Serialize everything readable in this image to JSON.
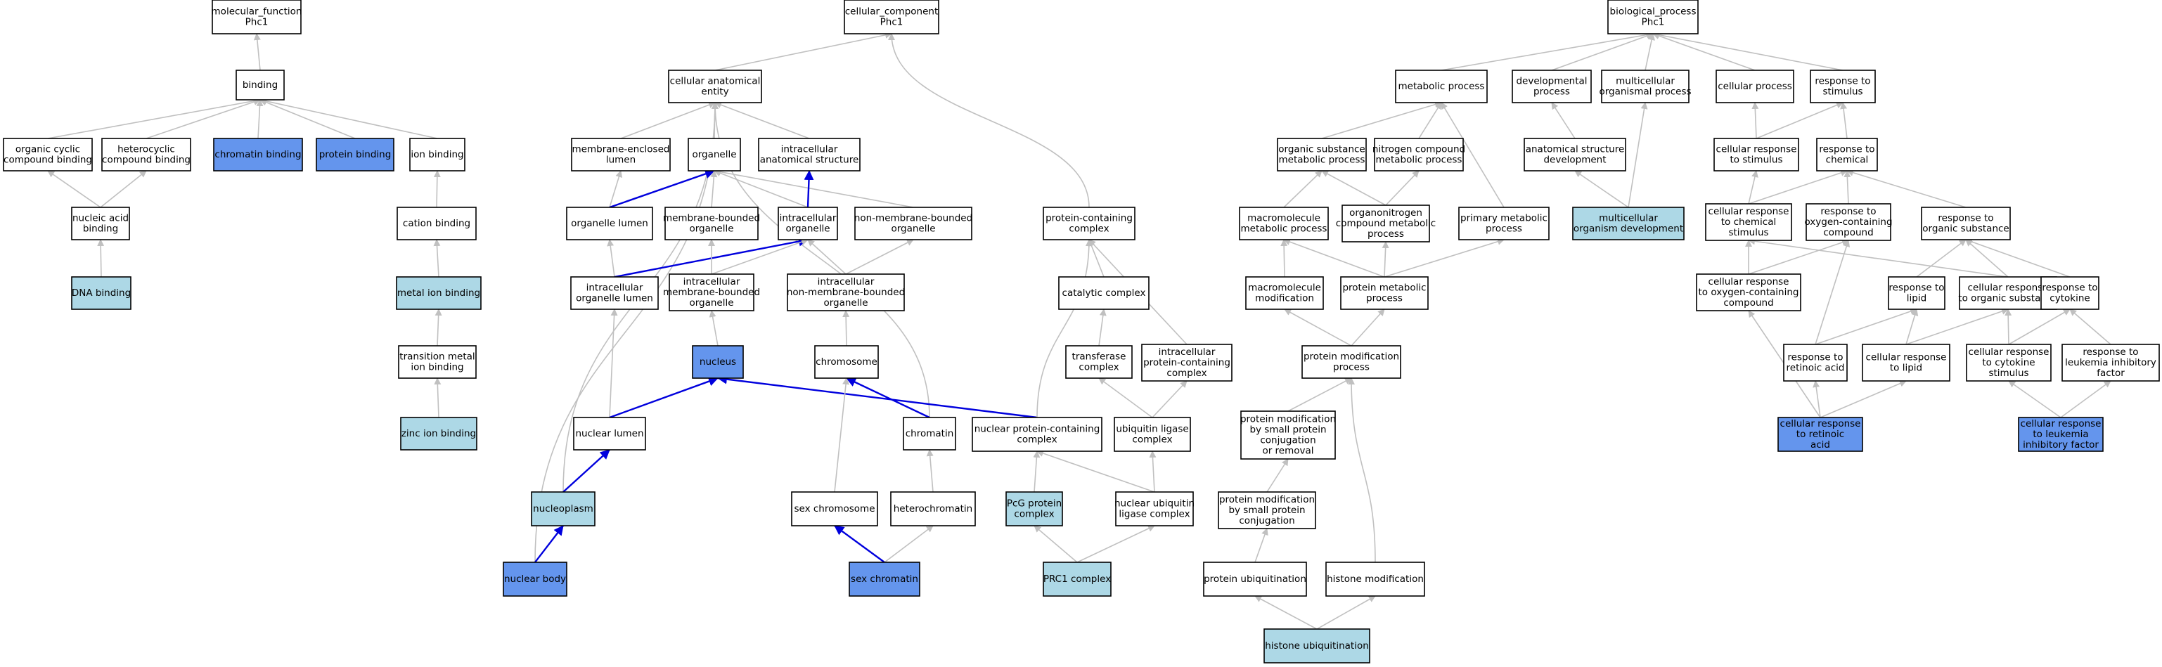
{
  "colors": {
    "node_default": "#ffffff",
    "node_light": "#add8e6",
    "node_blue": "#6495ed",
    "edge_plain": "#c0c0c0",
    "edge_strong": "#0000dd"
  },
  "nodes": [
    {
      "id": "mf_root",
      "lines": [
        "molecular_function",
        "Phc1"
      ],
      "fill": "white"
    },
    {
      "id": "binding",
      "lines": [
        "binding"
      ],
      "fill": "white"
    },
    {
      "id": "organic_cyclic",
      "lines": [
        "organic cyclic",
        "compound binding"
      ],
      "fill": "white"
    },
    {
      "id": "heterocyclic",
      "lines": [
        "heterocyclic",
        "compound binding"
      ],
      "fill": "white"
    },
    {
      "id": "chromatin_binding",
      "lines": [
        "chromatin binding"
      ],
      "fill": "blue"
    },
    {
      "id": "protein_binding",
      "lines": [
        "protein binding"
      ],
      "fill": "blue"
    },
    {
      "id": "ion_binding",
      "lines": [
        "ion binding"
      ],
      "fill": "white"
    },
    {
      "id": "nucleic_acid",
      "lines": [
        "nucleic acid",
        "binding"
      ],
      "fill": "white"
    },
    {
      "id": "dna_binding",
      "lines": [
        "DNA binding"
      ],
      "fill": "light"
    },
    {
      "id": "cation_binding",
      "lines": [
        "cation binding"
      ],
      "fill": "white"
    },
    {
      "id": "metal_ion",
      "lines": [
        "metal ion binding"
      ],
      "fill": "light"
    },
    {
      "id": "transition_metal",
      "lines": [
        "transition metal",
        "ion binding"
      ],
      "fill": "white"
    },
    {
      "id": "zinc_ion",
      "lines": [
        "zinc ion binding"
      ],
      "fill": "light"
    },
    {
      "id": "cc_root",
      "lines": [
        "cellular_component",
        "Phc1"
      ],
      "fill": "white"
    },
    {
      "id": "cae",
      "lines": [
        "cellular anatomical",
        "entity"
      ],
      "fill": "white"
    },
    {
      "id": "membrane_enclosed",
      "lines": [
        "membrane-enclosed",
        "lumen"
      ],
      "fill": "white"
    },
    {
      "id": "organelle",
      "lines": [
        "organelle"
      ],
      "fill": "white"
    },
    {
      "id": "intracellular_as",
      "lines": [
        "intracellular",
        "anatomical structure"
      ],
      "fill": "white"
    },
    {
      "id": "organelle_lumen",
      "lines": [
        "organelle lumen"
      ],
      "fill": "white"
    },
    {
      "id": "membrane_bounded",
      "lines": [
        "membrane-bounded",
        "organelle"
      ],
      "fill": "white"
    },
    {
      "id": "intracellular_org",
      "lines": [
        "intracellular",
        "organelle"
      ],
      "fill": "white"
    },
    {
      "id": "non_membrane_bounded",
      "lines": [
        "non-membrane-bounded",
        "organelle"
      ],
      "fill": "white"
    },
    {
      "id": "intracellular_org_lumen",
      "lines": [
        "intracellular",
        "organelle lumen"
      ],
      "fill": "white"
    },
    {
      "id": "intracellular_mbo",
      "lines": [
        "intracellular",
        "membrane-bounded",
        "organelle"
      ],
      "fill": "white"
    },
    {
      "id": "intracellular_nmbo",
      "lines": [
        "intracellular",
        "non-membrane-bounded",
        "organelle"
      ],
      "fill": "white"
    },
    {
      "id": "nucleus",
      "lines": [
        "nucleus"
      ],
      "fill": "blue"
    },
    {
      "id": "chromosome",
      "lines": [
        "chromosome"
      ],
      "fill": "white"
    },
    {
      "id": "nuclear_lumen",
      "lines": [
        "nuclear lumen"
      ],
      "fill": "white"
    },
    {
      "id": "chromatin",
      "lines": [
        "chromatin"
      ],
      "fill": "white"
    },
    {
      "id": "nucleoplasm",
      "lines": [
        "nucleoplasm"
      ],
      "fill": "light"
    },
    {
      "id": "sex_chromosome",
      "lines": [
        "sex chromosome"
      ],
      "fill": "white"
    },
    {
      "id": "heterochromatin",
      "lines": [
        "heterochromatin"
      ],
      "fill": "white"
    },
    {
      "id": "nuclear_body",
      "lines": [
        "nuclear body"
      ],
      "fill": "blue"
    },
    {
      "id": "sex_chromatin",
      "lines": [
        "sex chromatin"
      ],
      "fill": "blue"
    },
    {
      "id": "protein_containing",
      "lines": [
        "protein-containing",
        "complex"
      ],
      "fill": "white"
    },
    {
      "id": "catalytic_complex",
      "lines": [
        "catalytic complex"
      ],
      "fill": "white"
    },
    {
      "id": "transferase_complex",
      "lines": [
        "transferase",
        "complex"
      ],
      "fill": "white"
    },
    {
      "id": "intracellular_pcc",
      "lines": [
        "intracellular",
        "protein-containing",
        "complex"
      ],
      "fill": "white"
    },
    {
      "id": "nuclear_pcc",
      "lines": [
        "nuclear protein-containing",
        "complex"
      ],
      "fill": "white"
    },
    {
      "id": "ubiquitin_ligase",
      "lines": [
        "ubiquitin ligase",
        "complex"
      ],
      "fill": "white"
    },
    {
      "id": "pcg_complex",
      "lines": [
        "PcG protein",
        "complex"
      ],
      "fill": "light"
    },
    {
      "id": "nuclear_ubiquitin",
      "lines": [
        "nuclear ubiquitin",
        "ligase complex"
      ],
      "fill": "white"
    },
    {
      "id": "prc1",
      "lines": [
        "PRC1 complex"
      ],
      "fill": "light"
    },
    {
      "id": "bp_root",
      "lines": [
        "biological_process",
        "Phc1"
      ],
      "fill": "white"
    },
    {
      "id": "metabolic",
      "lines": [
        "metabolic process"
      ],
      "fill": "white"
    },
    {
      "id": "developmental",
      "lines": [
        "developmental",
        "process"
      ],
      "fill": "white"
    },
    {
      "id": "multicellular_op",
      "lines": [
        "multicellular",
        "organismal process"
      ],
      "fill": "white"
    },
    {
      "id": "cellular_process",
      "lines": [
        "cellular process"
      ],
      "fill": "white"
    },
    {
      "id": "response_stimulus",
      "lines": [
        "response to",
        "stimulus"
      ],
      "fill": "white"
    },
    {
      "id": "organic_substance_mp",
      "lines": [
        "organic substance",
        "metabolic process"
      ],
      "fill": "white"
    },
    {
      "id": "nitrogen_compound_mp",
      "lines": [
        "nitrogen compound",
        "metabolic process"
      ],
      "fill": "white"
    },
    {
      "id": "anatomical_sd",
      "lines": [
        "anatomical structure",
        "development"
      ],
      "fill": "white"
    },
    {
      "id": "cellular_response_stimulus",
      "lines": [
        "cellular response",
        "to stimulus"
      ],
      "fill": "white"
    },
    {
      "id": "response_chemical",
      "lines": [
        "response to",
        "chemical"
      ],
      "fill": "white"
    },
    {
      "id": "macromolecule_mp",
      "lines": [
        "macromolecule",
        "metabolic process"
      ],
      "fill": "white"
    },
    {
      "id": "organonitrogen",
      "lines": [
        "organonitrogen",
        "compound metabolic",
        "process"
      ],
      "fill": "white"
    },
    {
      "id": "primary_mp",
      "lines": [
        "primary metabolic",
        "process"
      ],
      "fill": "white"
    },
    {
      "id": "multicellular_dev",
      "lines": [
        "multicellular",
        "organism development"
      ],
      "fill": "light"
    },
    {
      "id": "cellular_response_chemical",
      "lines": [
        "cellular response",
        "to chemical",
        "stimulus"
      ],
      "fill": "white"
    },
    {
      "id": "response_oxygen",
      "lines": [
        "response to",
        "oxygen-containing",
        "compound"
      ],
      "fill": "white"
    },
    {
      "id": "response_organic",
      "lines": [
        "response to",
        "organic substance"
      ],
      "fill": "white"
    },
    {
      "id": "macromolecule_mod",
      "lines": [
        "macromolecule",
        "modification"
      ],
      "fill": "white"
    },
    {
      "id": "protein_metabolic",
      "lines": [
        "protein metabolic",
        "process"
      ],
      "fill": "white"
    },
    {
      "id": "cellular_response_oxygen",
      "lines": [
        "cellular response",
        "to oxygen-containing",
        "compound"
      ],
      "fill": "white"
    },
    {
      "id": "response_lipid",
      "lines": [
        "response to",
        "lipid"
      ],
      "fill": "white"
    },
    {
      "id": "cellular_response_organic",
      "lines": [
        "cellular response",
        "to organic substance"
      ],
      "fill": "white"
    },
    {
      "id": "response_cytokine",
      "lines": [
        "response to",
        "cytokine"
      ],
      "fill": "white"
    },
    {
      "id": "protein_modification",
      "lines": [
        "protein modification",
        "process"
      ],
      "fill": "white"
    },
    {
      "id": "response_retinoic",
      "lines": [
        "response to",
        "retinoic acid"
      ],
      "fill": "white"
    },
    {
      "id": "cellular_response_lipid",
      "lines": [
        "cellular response",
        "to lipid"
      ],
      "fill": "white"
    },
    {
      "id": "cellular_response_cytokine",
      "lines": [
        "cellular response",
        "to cytokine",
        "stimulus"
      ],
      "fill": "white"
    },
    {
      "id": "response_lif",
      "lines": [
        "response to",
        "leukemia inhibitory",
        "factor"
      ],
      "fill": "white"
    },
    {
      "id": "protein_mod_small",
      "lines": [
        "protein modification",
        "by small protein",
        "conjugation",
        "or removal"
      ],
      "fill": "white"
    },
    {
      "id": "cellular_response_retinoic",
      "lines": [
        "cellular response",
        "to retinoic",
        "acid"
      ],
      "fill": "blue"
    },
    {
      "id": "cellular_response_lif",
      "lines": [
        "cellular response",
        "to leukemia",
        "inhibitory factor"
      ],
      "fill": "blue"
    },
    {
      "id": "protein_mod_small_conj",
      "lines": [
        "protein modification",
        "by small protein",
        "conjugation"
      ],
      "fill": "white"
    },
    {
      "id": "protein_ubiquitination",
      "lines": [
        "protein ubiquitination"
      ],
      "fill": "white"
    },
    {
      "id": "histone_modification",
      "lines": [
        "histone modification"
      ],
      "fill": "white"
    },
    {
      "id": "histone_ubiquitination",
      "lines": [
        "histone ubiquitination"
      ],
      "fill": "light"
    }
  ],
  "edges": [
    {
      "from": "binding",
      "to": "mf_root"
    },
    {
      "from": "organic_cyclic",
      "to": "binding"
    },
    {
      "from": "heterocyclic",
      "to": "binding"
    },
    {
      "from": "chromatin_binding",
      "to": "binding"
    },
    {
      "from": "protein_binding",
      "to": "binding"
    },
    {
      "from": "ion_binding",
      "to": "binding"
    },
    {
      "from": "nucleic_acid",
      "to": "organic_cyclic"
    },
    {
      "from": "nucleic_acid",
      "to": "heterocyclic"
    },
    {
      "from": "dna_binding",
      "to": "nucleic_acid"
    },
    {
      "from": "cation_binding",
      "to": "ion_binding"
    },
    {
      "from": "metal_ion",
      "to": "cation_binding"
    },
    {
      "from": "transition_metal",
      "to": "metal_ion"
    },
    {
      "from": "zinc_ion",
      "to": "transition_metal"
    },
    {
      "from": "cae",
      "to": "cc_root"
    },
    {
      "from": "protein_containing",
      "to": "cc_root"
    },
    {
      "from": "membrane_enclosed",
      "to": "cae"
    },
    {
      "from": "organelle",
      "to": "cae"
    },
    {
      "from": "intracellular_as",
      "to": "cae"
    },
    {
      "from": "nuclear_body",
      "to": "cae"
    },
    {
      "from": "nucleoplasm",
      "to": "cae"
    },
    {
      "from": "chromatin",
      "to": "cae"
    },
    {
      "from": "organelle_lumen",
      "to": "membrane_enclosed"
    },
    {
      "from": "organelle_lumen",
      "to": "organelle",
      "strong": true
    },
    {
      "from": "membrane_bounded",
      "to": "organelle"
    },
    {
      "from": "intracellular_org",
      "to": "organelle"
    },
    {
      "from": "non_membrane_bounded",
      "to": "organelle"
    },
    {
      "from": "intracellular_org",
      "to": "intracellular_as",
      "strong": true
    },
    {
      "from": "intracellular_org_lumen",
      "to": "organelle_lumen"
    },
    {
      "from": "intracellular_org_lumen",
      "to": "intracellular_org",
      "strong": true
    },
    {
      "from": "intracellular_mbo",
      "to": "membrane_bounded"
    },
    {
      "from": "intracellular_mbo",
      "to": "intracellular_org"
    },
    {
      "from": "intracellular_nmbo",
      "to": "intracellular_org"
    },
    {
      "from": "intracellular_nmbo",
      "to": "non_membrane_bounded"
    },
    {
      "from": "nucleus",
      "to": "intracellular_mbo"
    },
    {
      "from": "chromosome",
      "to": "intracellular_nmbo"
    },
    {
      "from": "nuclear_lumen",
      "to": "intracellular_org_lumen"
    },
    {
      "from": "nuclear_lumen",
      "to": "nucleus",
      "strong": true
    },
    {
      "from": "chromatin",
      "to": "chromosome",
      "strong": true
    },
    {
      "from": "nuclear_pcc",
      "to": "nucleus",
      "strong": true
    },
    {
      "from": "nucleoplasm",
      "to": "nuclear_lumen",
      "strong": true
    },
    {
      "from": "nuclear_body",
      "to": "nucleoplasm",
      "strong": true
    },
    {
      "from": "sex_chromosome",
      "to": "chromosome"
    },
    {
      "from": "sex_chromatin",
      "to": "sex_chromosome",
      "strong": true
    },
    {
      "from": "heterochromatin",
      "to": "chromatin"
    },
    {
      "from": "sex_chromatin",
      "to": "heterochromatin"
    },
    {
      "from": "catalytic_complex",
      "to": "protein_containing"
    },
    {
      "from": "intracellular_pcc",
      "to": "protein_containing"
    },
    {
      "from": "nuclear_pcc",
      "to": "protein_containing"
    },
    {
      "from": "transferase_complex",
      "to": "catalytic_complex"
    },
    {
      "from": "ubiquitin_ligase",
      "to": "transferase_complex"
    },
    {
      "from": "ubiquitin_ligase",
      "to": "intracellular_pcc"
    },
    {
      "from": "pcg_complex",
      "to": "nuclear_pcc"
    },
    {
      "from": "nuclear_ubiquitin",
      "to": "nuclear_pcc"
    },
    {
      "from": "nuclear_ubiquitin",
      "to": "ubiquitin_ligase"
    },
    {
      "from": "prc1",
      "to": "pcg_complex"
    },
    {
      "from": "prc1",
      "to": "nuclear_ubiquitin"
    },
    {
      "from": "metabolic",
      "to": "bp_root"
    },
    {
      "from": "developmental",
      "to": "bp_root"
    },
    {
      "from": "multicellular_op",
      "to": "bp_root"
    },
    {
      "from": "cellular_process",
      "to": "bp_root"
    },
    {
      "from": "response_stimulus",
      "to": "bp_root"
    },
    {
      "from": "organic_substance_mp",
      "to": "metabolic"
    },
    {
      "from": "nitrogen_compound_mp",
      "to": "metabolic"
    },
    {
      "from": "primary_mp",
      "to": "metabolic"
    },
    {
      "from": "anatomical_sd",
      "to": "developmental"
    },
    {
      "from": "multicellular_dev",
      "to": "anatomical_sd"
    },
    {
      "from": "multicellular_dev",
      "to": "multicellular_op"
    },
    {
      "from": "cellular_response_stimulus",
      "to": "cellular_process"
    },
    {
      "from": "cellular_response_stimulus",
      "to": "response_stimulus"
    },
    {
      "from": "response_chemical",
      "to": "response_stimulus"
    },
    {
      "from": "macromolecule_mp",
      "to": "organic_substance_mp"
    },
    {
      "from": "organonitrogen",
      "to": "organic_substance_mp"
    },
    {
      "from": "organonitrogen",
      "to": "nitrogen_compound_mp"
    },
    {
      "from": "macromolecule_mod",
      "to": "macromolecule_mp"
    },
    {
      "from": "protein_metabolic",
      "to": "macromolecule_mp"
    },
    {
      "from": "protein_metabolic",
      "to": "organonitrogen"
    },
    {
      "from": "protein_metabolic",
      "to": "primary_mp"
    },
    {
      "from": "cellular_response_chemical",
      "to": "cellular_response_stimulus"
    },
    {
      "from": "cellular_response_chemical",
      "to": "response_chemical"
    },
    {
      "from": "response_oxygen",
      "to": "response_chemical"
    },
    {
      "from": "response_organic",
      "to": "response_chemical"
    },
    {
      "from": "cellular_response_oxygen",
      "to": "cellular_response_chemical"
    },
    {
      "from": "cellular_response_oxygen",
      "to": "response_oxygen"
    },
    {
      "from": "cellular_response_organic",
      "to": "cellular_response_chemical"
    },
    {
      "from": "cellular_response_organic",
      "to": "response_organic"
    },
    {
      "from": "response_lipid",
      "to": "response_organic"
    },
    {
      "from": "response_cytokine",
      "to": "response_organic"
    },
    {
      "from": "response_retinoic",
      "to": "response_oxygen"
    },
    {
      "from": "response_retinoic",
      "to": "response_lipid"
    },
    {
      "from": "cellular_response_lipid",
      "to": "response_lipid"
    },
    {
      "from": "cellular_response_lipid",
      "to": "cellular_response_organic"
    },
    {
      "from": "cellular_response_cytokine",
      "to": "cellular_response_organic"
    },
    {
      "from": "cellular_response_cytokine",
      "to": "response_cytokine"
    },
    {
      "from": "response_lif",
      "to": "response_cytokine"
    },
    {
      "from": "cellular_response_retinoic",
      "to": "cellular_response_oxygen"
    },
    {
      "from": "cellular_response_retinoic",
      "to": "response_retinoic"
    },
    {
      "from": "cellular_response_retinoic",
      "to": "cellular_response_lipid"
    },
    {
      "from": "cellular_response_lif",
      "to": "cellular_response_cytokine"
    },
    {
      "from": "cellular_response_lif",
      "to": "response_lif"
    },
    {
      "from": "protein_modification",
      "to": "macromolecule_mod"
    },
    {
      "from": "protein_modification",
      "to": "protein_metabolic"
    },
    {
      "from": "protein_mod_small",
      "to": "protein_modification"
    },
    {
      "from": "protein_mod_small_conj",
      "to": "protein_mod_small"
    },
    {
      "from": "protein_ubiquitination",
      "to": "protein_mod_small_conj"
    },
    {
      "from": "histone_modification",
      "to": "protein_modification"
    },
    {
      "from": "histone_ubiquitination",
      "to": "protein_ubiquitination"
    },
    {
      "from": "histone_ubiquitination",
      "to": "histone_modification"
    }
  ]
}
